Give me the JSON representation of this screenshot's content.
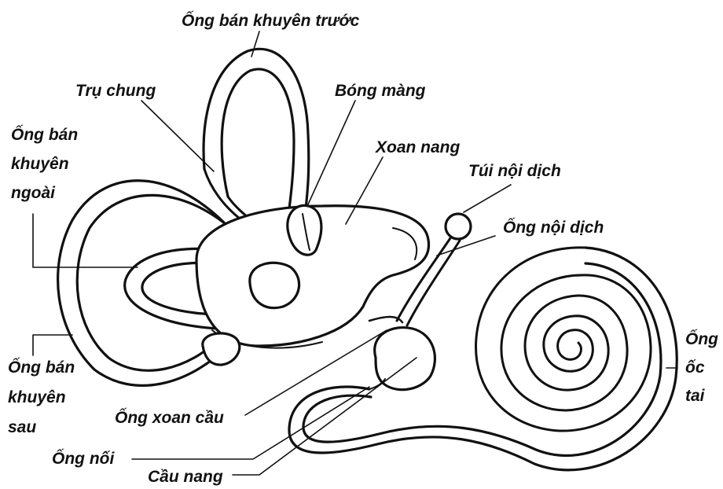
{
  "labels": {
    "anterior_canal": "Ống bán khuyên trước",
    "common_crus": "Trụ chung",
    "ampulla": "Bóng màng",
    "lateral_canal_1": "Ống bán",
    "lateral_canal_2": "khuyên",
    "lateral_canal_3": "ngoài",
    "utricle": "Xoan nang",
    "endolymph_sac": "Túi nội dịch",
    "endolymph_duct": "Ống nội dịch",
    "posterior_canal_1": "Ống bán",
    "posterior_canal_2": "khuyên",
    "posterior_canal_3": "sau",
    "cochlear_duct_1": "Ống",
    "cochlear_duct_2": "ốc",
    "cochlear_duct_3": "tai",
    "utriculosaccular_duct": "Ống xoan cầu",
    "reuniens_duct": "Ống nối",
    "saccule": "Cầu nang"
  }
}
